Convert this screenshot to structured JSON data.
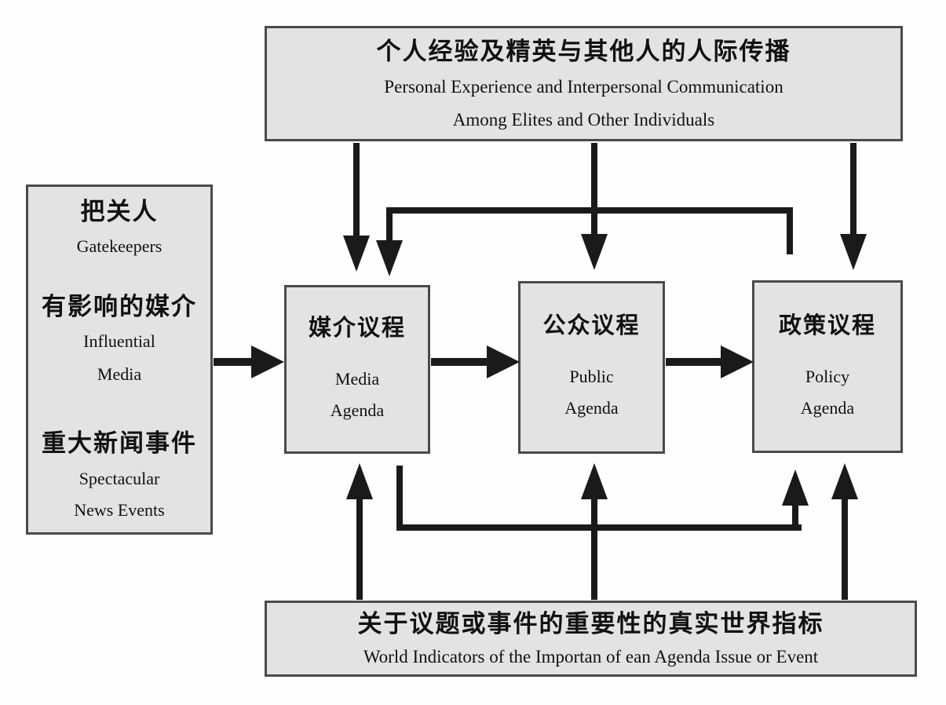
{
  "diagram_title": "Agenda-setting process diagram",
  "colors": {
    "box_fill": "#e3e3e3",
    "box_border": "#4a4a4a",
    "arrow": "#1a1a1a",
    "text": "#111111",
    "background": "#fefefe"
  },
  "top_box": {
    "zh": "个人经验及精英与其他人的人际传播",
    "en1": "Personal Experience and Interpersonal Communication",
    "en2": "Among Elites and Other Individuals"
  },
  "left_box": {
    "item1_zh": "把关人",
    "item1_en": "Gatekeepers",
    "item2_zh": "有影响的媒介",
    "item2_en1": "Influential",
    "item2_en2": "Media",
    "item3_zh": "重大新闻事件",
    "item3_en1": "Spectacular",
    "item3_en2": "News Events"
  },
  "media_box": {
    "zh": "媒介议程",
    "en1": "Media",
    "en2": "Agenda"
  },
  "public_box": {
    "zh": "公众议程",
    "en1": "Public",
    "en2": "Agenda"
  },
  "policy_box": {
    "zh": "政策议程",
    "en1": "Policy",
    "en2": "Agenda"
  },
  "bottom_box": {
    "zh": "关于议题或事件的重要性的真实世界指标",
    "en": "World Indicators of the Importan of ean Agenda Issue or Event"
  },
  "edges": [
    {
      "from": "personal-experience",
      "to": "media-agenda"
    },
    {
      "from": "personal-experience",
      "to": "public-agenda"
    },
    {
      "from": "personal-experience",
      "to": "policy-agenda"
    },
    {
      "from": "policy-agenda",
      "to": "media-agenda",
      "note": "top feedback bracket"
    },
    {
      "from": "gatekeepers-media-news-events",
      "to": "media-agenda"
    },
    {
      "from": "media-agenda",
      "to": "public-agenda"
    },
    {
      "from": "public-agenda",
      "to": "policy-agenda"
    },
    {
      "from": "real-world-indicators",
      "to": "media-agenda"
    },
    {
      "from": "real-world-indicators",
      "to": "public-agenda"
    },
    {
      "from": "real-world-indicators",
      "to": "policy-agenda"
    },
    {
      "from": "media-agenda",
      "to": "policy-agenda",
      "note": "bottom bracket"
    }
  ]
}
